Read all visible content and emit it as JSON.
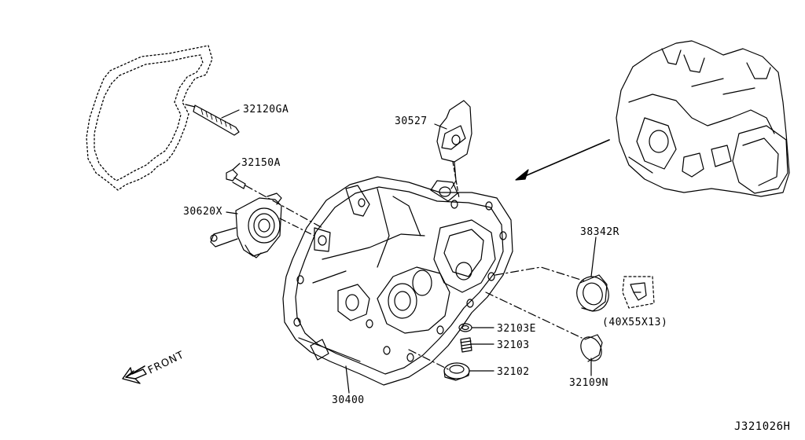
{
  "parts": {
    "p32120ga": "32120GA",
    "p32150a": "32150A",
    "p30620x": "30620X",
    "p30527": "30527",
    "p38342r": "38342R",
    "p32103e": "32103E",
    "p32103": "32103",
    "p32102": "32102",
    "p32109n": "32109N",
    "p30400": "30400"
  },
  "bearing_size": "(40X55X13)",
  "direction_label": "FRONT",
  "diagram_id": "J321026H"
}
